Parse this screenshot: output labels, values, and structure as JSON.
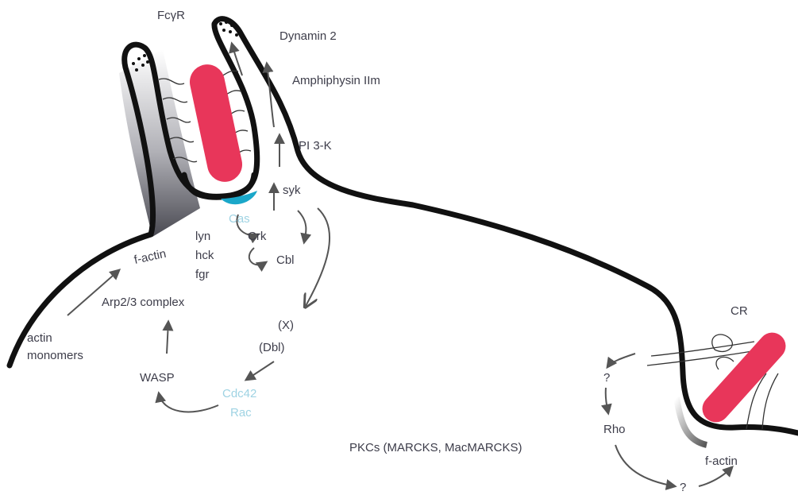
{
  "labels": {
    "fcgr": "FcγR",
    "dynamin": "Dynamin 2",
    "amphiphysin": "Amphiphysin IIm",
    "pi3k": "PI 3-K",
    "syk": "syk",
    "cas": "Cas",
    "crk": "Crk",
    "cbl": "Cbl",
    "lyn": "lyn",
    "hck": "hck",
    "fgr": "fgr",
    "factin_left": "f-actin",
    "arp23": "Arp2/3 complex",
    "actin": "actin",
    "monomers": "monomers",
    "wasp": "WASP",
    "x": "(X)",
    "dbl": "(Dbl)",
    "cdc42": "Cdc42",
    "rac": "Rac",
    "pkcs": "PKCs (MARCKS, MacMARCKS)",
    "cr": "CR",
    "q1": "?",
    "rho": "Rho",
    "q2": "?",
    "factin_right": "f-actin"
  },
  "colors": {
    "membrane": "#111111",
    "particle": "#e8365a",
    "cas_blob": "#1aa7c9",
    "cyan_text": "#9fd3e3",
    "text": "#3d3d4a",
    "arrow": "#555555"
  }
}
